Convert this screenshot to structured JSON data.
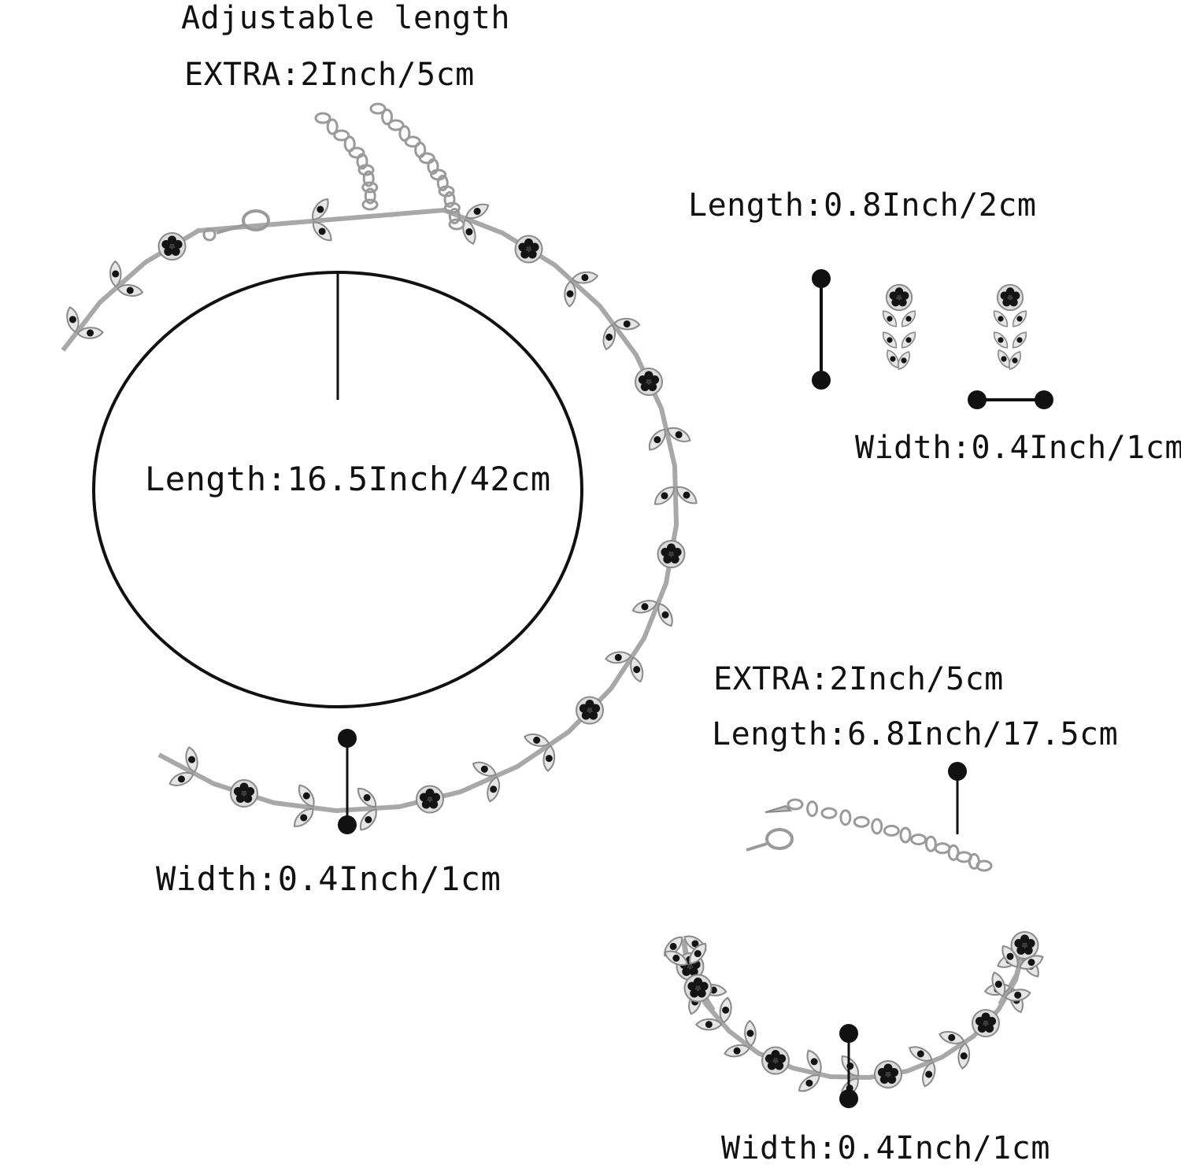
{
  "necklace": {
    "adjustable_label": "Adjustable length",
    "extra_label": "EXTRA:2Inch/5cm",
    "length_label": "Length:16.5Inch/42cm",
    "width_label": "Width:0.4Inch/1cm"
  },
  "earrings": {
    "length_label": "Length:0.8Inch/2cm",
    "width_label": "Width:0.4Inch/1cm"
  },
  "bracelet": {
    "extra_label": "EXTRA:2Inch/5cm",
    "length_label": "Length:6.8Inch/17.5cm",
    "width_label": "Width:0.4Inch/1cm"
  },
  "colors": {
    "metal": "#c8c8c8",
    "metal_dark": "#8a8a8a",
    "stone": "#141414",
    "ink": "#111111"
  }
}
